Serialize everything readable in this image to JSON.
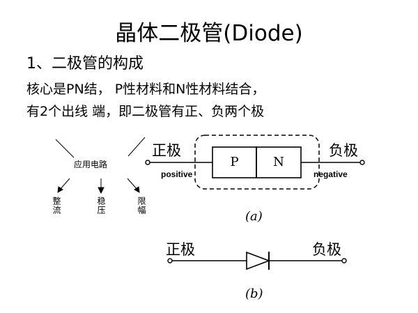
{
  "title": "晶体二极管(Diode)",
  "heading": "1、二极管的构成",
  "body": {
    "line1": "核心是PN结， P性材料和N性材料结合，",
    "line2": "有2个出线 端，即二极管有正、负两个极"
  },
  "applications": {
    "center": "应用电路",
    "items": [
      "整流",
      "稳压",
      "限幅"
    ]
  },
  "diagram_a": {
    "positive_cn": "正极",
    "negative_cn": "负极",
    "p_label": "P",
    "n_label": "N",
    "positive_en": "positive",
    "negative_en": "negative",
    "caption": "(a)"
  },
  "diagram_b": {
    "positive_cn": "正极",
    "negative_cn": "负极",
    "caption": "(b)"
  }
}
